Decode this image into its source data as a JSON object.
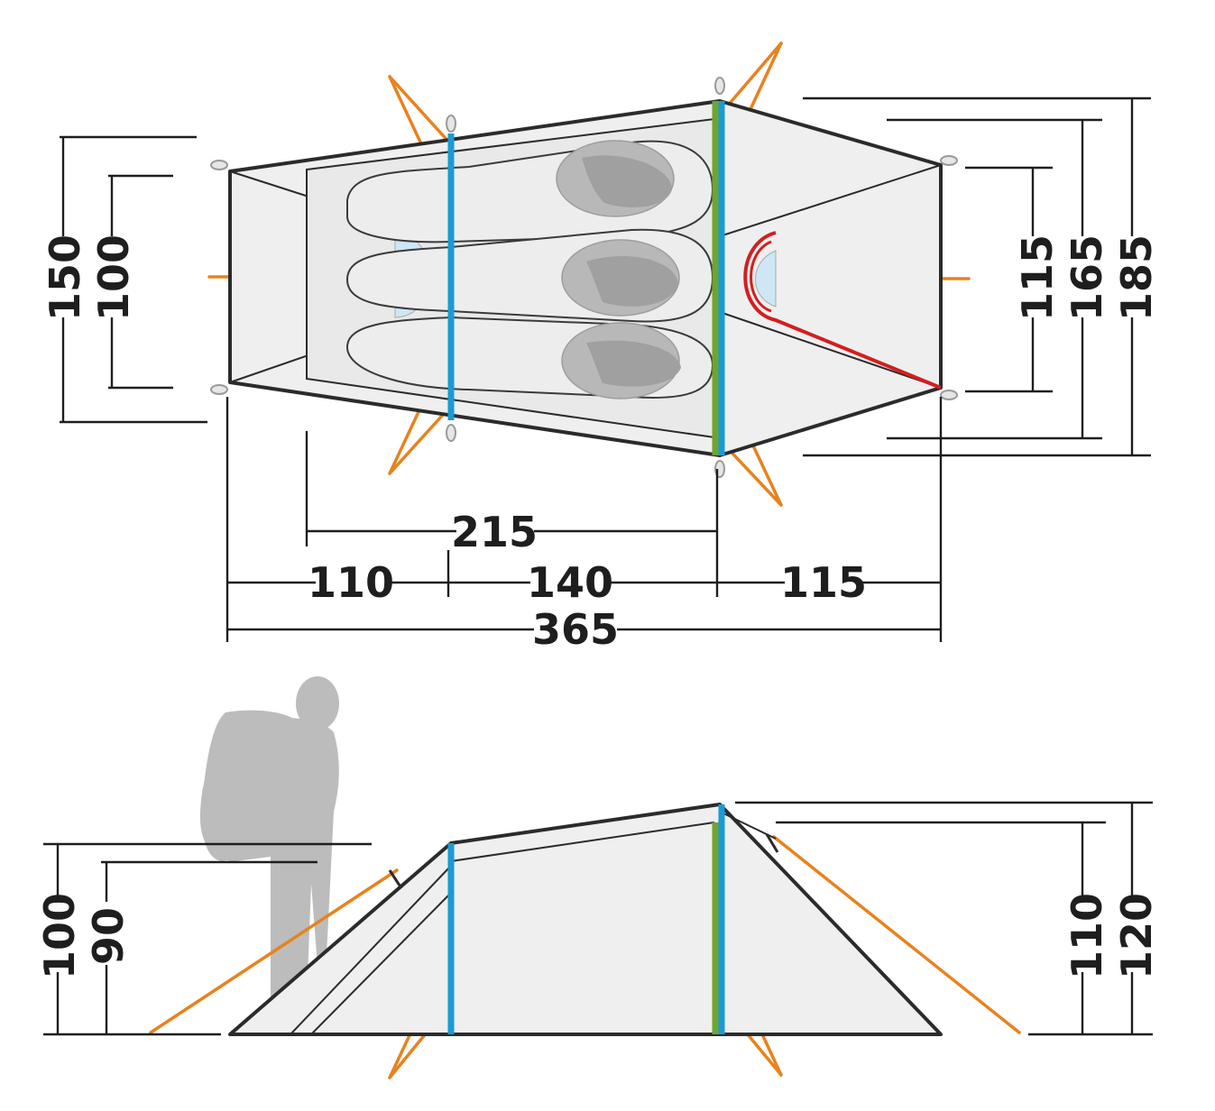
{
  "diagram": {
    "top_view": {
      "widths_left": [
        "150",
        "100"
      ],
      "widths_right": [
        "115",
        "165",
        "185"
      ],
      "inner_length": "215",
      "segments": [
        "110",
        "140",
        "115"
      ],
      "total_length": "365"
    },
    "side_view": {
      "heights_left": [
        "100",
        "90"
      ],
      "heights_right": [
        "110",
        "120"
      ]
    },
    "colors": {
      "fly_pole": "#1b9ad6",
      "inner_pole": "#6ea52f",
      "guy_lines": "#e8821e",
      "door_zip": "#d21f1f",
      "tent_fill": "#efefef"
    }
  }
}
